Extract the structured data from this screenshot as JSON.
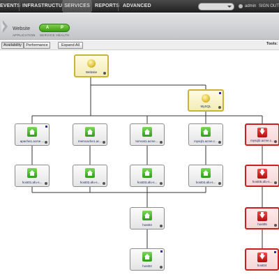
{
  "nav": {
    "items": [
      "EVENTS",
      "INFRASTRUCTURE",
      "SERVICES",
      "REPORTS",
      "ADVANCED"
    ],
    "active": "SERVICES",
    "user": "admin",
    "signout": "SIGN OUT"
  },
  "header": {
    "service_name": "Website",
    "service_type": "APPLICATION",
    "health_a": "A",
    "health_p": "P",
    "health_label": "SERVICE HEALTH"
  },
  "toolbar": {
    "availability": "Availability",
    "performance": "Performance",
    "expand_all": "Expand All",
    "tools": "Tools:"
  },
  "colors": {
    "ok": "#3d9c18",
    "error": "#c62020",
    "service": "#c9b338",
    "nav_bg": "#2e2e2e"
  },
  "nodes": {
    "website": {
      "label": "Website",
      "status": "service",
      "icon": "database-icon"
    },
    "mysql": {
      "label": "MySQL",
      "status": "service",
      "icon": "database-icon"
    },
    "apache": {
      "label": "apache1.acme....",
      "status": "ok",
      "icon": "home-icon"
    },
    "memcache": {
      "label": "memcache1.ac...",
      "status": "ok",
      "icon": "home-icon"
    },
    "tomcat": {
      "label": "tomcat1.acme....",
      "status": "ok",
      "icon": "home-icon"
    },
    "mysql1": {
      "label": "mysql1.acme.c...",
      "status": "ok",
      "icon": "home-icon"
    },
    "mysql2": {
      "label": "mysql2.acme.c...",
      "status": "error",
      "icon": "down-arrow-icon"
    },
    "host01a": {
      "label": "host01.afu-s...",
      "status": "ok",
      "icon": "home-icon"
    },
    "host02a": {
      "label": "host02.afu-s...",
      "status": "ok",
      "icon": "home-icon"
    },
    "host03a": {
      "label": "host03.afu-s...",
      "status": "ok",
      "icon": "home-icon"
    },
    "host04a": {
      "label": "host04.afu-s...",
      "status": "ok",
      "icon": "home-icon"
    },
    "host05a": {
      "label": "host05.afu-s...",
      "status": "error",
      "icon": "down-arrow-icon"
    },
    "host03": {
      "label": "host03",
      "status": "ok",
      "icon": "home-icon"
    },
    "host05": {
      "label": "host05",
      "status": "error",
      "icon": "down-arrow-icon"
    },
    "host02": {
      "label": "host02",
      "status": "ok",
      "icon": "home-icon"
    },
    "host04": {
      "label": "host04",
      "status": "error",
      "icon": "down-arrow-icon"
    }
  }
}
